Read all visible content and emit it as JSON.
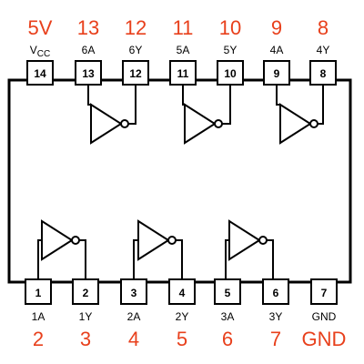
{
  "top_pins": [
    {
      "arduino": "5V",
      "pin": "14",
      "signal_main": "V",
      "signal_sub": "CC"
    },
    {
      "arduino": "13",
      "pin": "13",
      "signal": "6A"
    },
    {
      "arduino": "12",
      "pin": "12",
      "signal": "6Y"
    },
    {
      "arduino": "11",
      "pin": "11",
      "signal": "5A"
    },
    {
      "arduino": "10",
      "pin": "10",
      "signal": "5Y"
    },
    {
      "arduino": "9",
      "pin": "9",
      "signal": "4A"
    },
    {
      "arduino": "8",
      "pin": "8",
      "signal": "4Y"
    }
  ],
  "bottom_pins": [
    {
      "arduino": "2",
      "pin": "1",
      "signal": "1A"
    },
    {
      "arduino": "3",
      "pin": "2",
      "signal": "1Y"
    },
    {
      "arduino": "4",
      "pin": "3",
      "signal": "2A"
    },
    {
      "arduino": "5",
      "pin": "4",
      "signal": "2Y"
    },
    {
      "arduino": "6",
      "pin": "5",
      "signal": "3A"
    },
    {
      "arduino": "7",
      "pin": "6",
      "signal": "3Y"
    },
    {
      "arduino": "GND",
      "pin": "7",
      "signal": "GND"
    }
  ],
  "colors": {
    "label_red": "#e8401c",
    "ink": "#000000"
  }
}
